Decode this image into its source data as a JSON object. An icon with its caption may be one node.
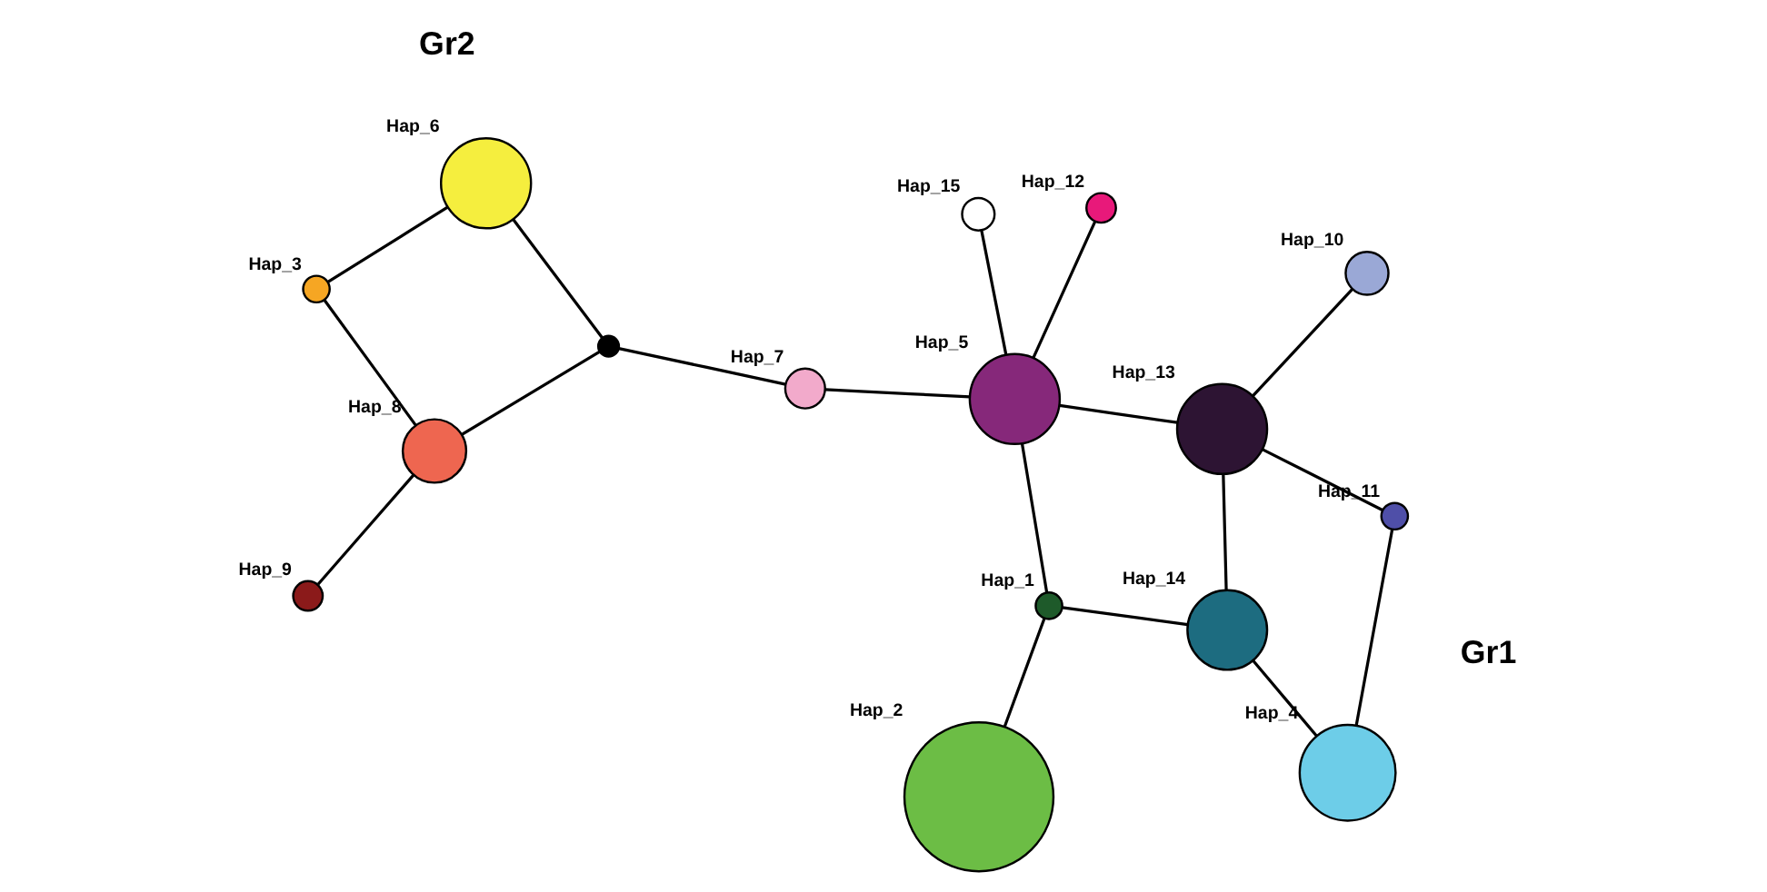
{
  "diagram": {
    "nodes": [
      {
        "text": [],
        "shape": "circle",
        "beside": [
          "Hap_4"
        ]
      },
      {
        "text": [],
        "shape": "circle",
        "beside": [
          "Hap_14"
        ]
      },
      {
        "text": [],
        "shape": "circle",
        "beside": [
          "Hap_1"
        ]
      },
      {
        "text": [],
        "shape": "circle",
        "beside": [
          "Hap_2"
        ]
      },
      {
        "text": [],
        "shape": "circle",
        "beside": [
          "Hap_6"
        ]
      },
      {
        "text": [],
        "shape": "circle",
        "beside": [
          "Hap_13"
        ]
      },
      {
        "text": [],
        "shape": "circle",
        "beside": [
          "Hap_5"
        ]
      },
      {
        "text": [],
        "shape": "circle",
        "beside": [
          "Hap_11"
        ]
      },
      {
        "text": [],
        "shape": "circle",
        "beside": [
          "Hap_7"
        ]
      },
      {
        "text": [],
        "shape": "circle"
      },
      {
        "text": [],
        "shape": "circle",
        "beside": [
          "Hap_3"
        ]
      },
      {
        "text": [],
        "shape": "circle",
        "beside": [
          "Hap_8"
        ]
      },
      {
        "text": [],
        "shape": "circle",
        "beside": [
          "Hap_10"
        ]
      },
      {
        "text": [],
        "shape": "circle",
        "beside": [
          "Hap_12"
        ]
      },
      {
        "text": [],
        "shape": "circle",
        "beside": [
          "Hap_15"
        ]
      },
      {
        "text": [],
        "shape": "circle",
        "beside": [
          "Hap_9"
        ]
      }
    ],
    "edges": [
      {
        "from": 0,
        "to": 1,
        "arrow": "none"
      },
      {
        "from": 1,
        "to": 2,
        "arrow": "none"
      },
      {
        "from": 2,
        "to": 3,
        "arrow": "none"
      },
      {
        "from": 0,
        "to": 7,
        "arrow": "none"
      },
      {
        "from": 1,
        "to": 5,
        "arrow": "none"
      },
      {
        "from": 2,
        "to": 6,
        "arrow": "none"
      },
      {
        "from": 7,
        "to": 5,
        "arrow": "none"
      },
      {
        "from": 5,
        "to": 6,
        "arrow": "none"
      },
      {
        "from": 5,
        "to": 12,
        "arrow": "none"
      },
      {
        "from": 6,
        "to": 13,
        "arrow": "none"
      },
      {
        "from": 6,
        "to": 8,
        "arrow": "none"
      },
      {
        "from": 6,
        "to": 14,
        "arrow": "none"
      },
      {
        "from": 8,
        "to": 9,
        "arrow": "none"
      },
      {
        "from": 9,
        "to": 4,
        "arrow": "none"
      },
      {
        "from": 9,
        "to": 11,
        "arrow": "none"
      },
      {
        "from": 4,
        "to": 10,
        "arrow": "none"
      },
      {
        "from": 10,
        "to": 11,
        "arrow": "none"
      },
      {
        "from": 11,
        "to": 15,
        "arrow": "none"
      }
    ],
    "labels": [
      "Gr1",
      "Gr2"
    ]
  }
}
